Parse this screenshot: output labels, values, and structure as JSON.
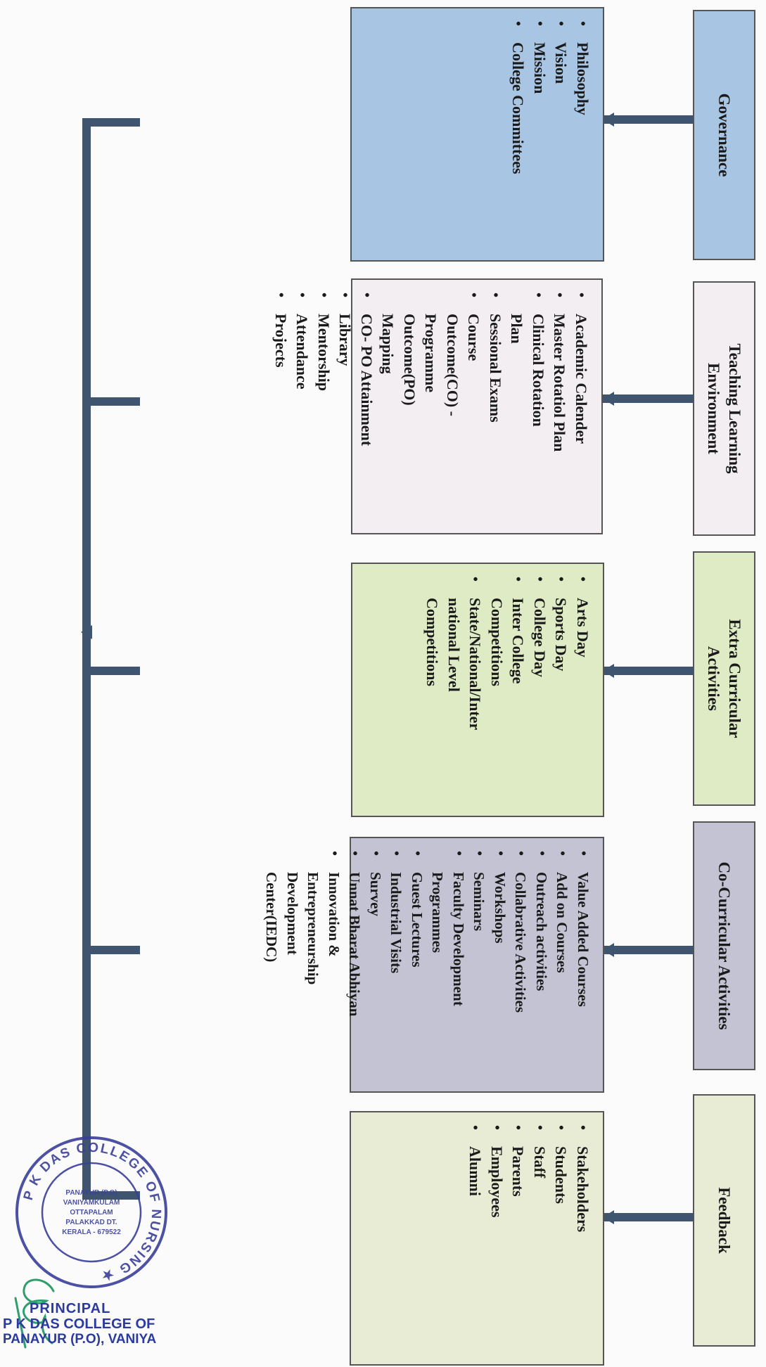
{
  "sections": [
    {
      "id": "governance",
      "title": "Governance",
      "items": [
        "Philosophy",
        "Vision",
        "Mission",
        "College Committees"
      ]
    },
    {
      "id": "teaching",
      "title": "Teaching Learning Environment",
      "items": [
        "Academic Calender",
        "Master Rotatiol Plan",
        "Clinical Rotation Plan",
        "Sessional Exams",
        "Course Outcome(CO) - Programme Outcome(PO) Mapping",
        "CO- PO Attainment",
        "Library",
        "Mentorship",
        "Attendance",
        "Projects"
      ]
    },
    {
      "id": "extra",
      "title": "Extra Curricular Activities",
      "items": [
        "Arts Day",
        "Sports Day",
        "College Day",
        "Inter College Competitions",
        "State/National/Inter national Level Competitions"
      ]
    },
    {
      "id": "cocurricular",
      "title": "Co-Curricular Activities",
      "items": [
        "Value Added Courses",
        "Add on Courses",
        "Outreach activities",
        "Collabrative Activities",
        "Workshops",
        "Seminars",
        "Faculty Development Programmes",
        "Guest Lectures",
        "Industrial Visits",
        "Survey",
        "Unnat Bharat Abhiyan",
        "Innovation & Entrepreneurship Development Center(IEDC)"
      ]
    },
    {
      "id": "feedback",
      "title": "Feedback",
      "items": [
        "Stakeholders",
        "Students",
        "Staff",
        "Parents",
        "Employees",
        "Alumni"
      ]
    }
  ],
  "seal": {
    "outer_text": "P K DAS COLLEGE OF NURSING",
    "inner_lines": [
      "PANAYUR (P.O)",
      "VANIYAMKULAM",
      "OTTAPALAM",
      "PALAKKAD DT.",
      "KERALA - 679522"
    ]
  },
  "principal": {
    "title": "PRINCIPAL",
    "college": "P K DAS COLLEGE OF",
    "address": "PANAYUR (P.O), VANIYA"
  },
  "colors": {
    "connector": "#3e546f",
    "governance": "#a8c5e3",
    "teaching": "#f2eef2",
    "extra": "#deebc4",
    "cocurricular": "#c3c3d3",
    "feedback": "#e9ecd5"
  }
}
